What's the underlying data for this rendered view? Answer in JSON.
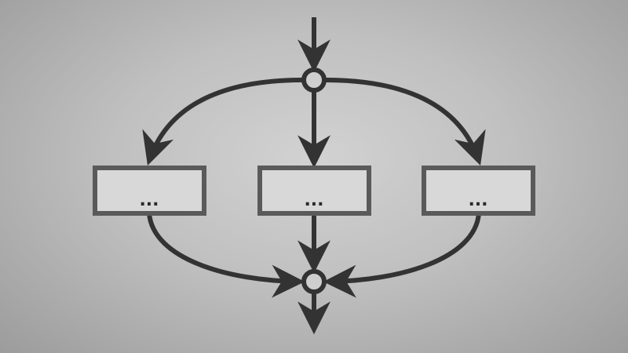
{
  "diagram": {
    "type": "flowchart",
    "description": "Parallel branching: one input splits at a fork node into three process boxes, which merge at a join node into one output",
    "colors": {
      "stroke": "#333333",
      "box_border": "#5a5a5a",
      "box_fill": "#d8d8d8",
      "node_fill": "#cfcfcf",
      "background_center": "#d2d2d2",
      "background_edge": "#9c9c9c"
    },
    "nodes": {
      "fork": {
        "label": ""
      },
      "join": {
        "label": ""
      },
      "boxes": [
        {
          "id": "left",
          "label": "..."
        },
        {
          "id": "center",
          "label": "..."
        },
        {
          "id": "right",
          "label": "..."
        }
      ]
    },
    "edges": [
      {
        "from": "input",
        "to": "fork"
      },
      {
        "from": "fork",
        "to": "left"
      },
      {
        "from": "fork",
        "to": "center"
      },
      {
        "from": "fork",
        "to": "right"
      },
      {
        "from": "left",
        "to": "join"
      },
      {
        "from": "center",
        "to": "join"
      },
      {
        "from": "right",
        "to": "join"
      },
      {
        "from": "join",
        "to": "output"
      }
    ]
  }
}
